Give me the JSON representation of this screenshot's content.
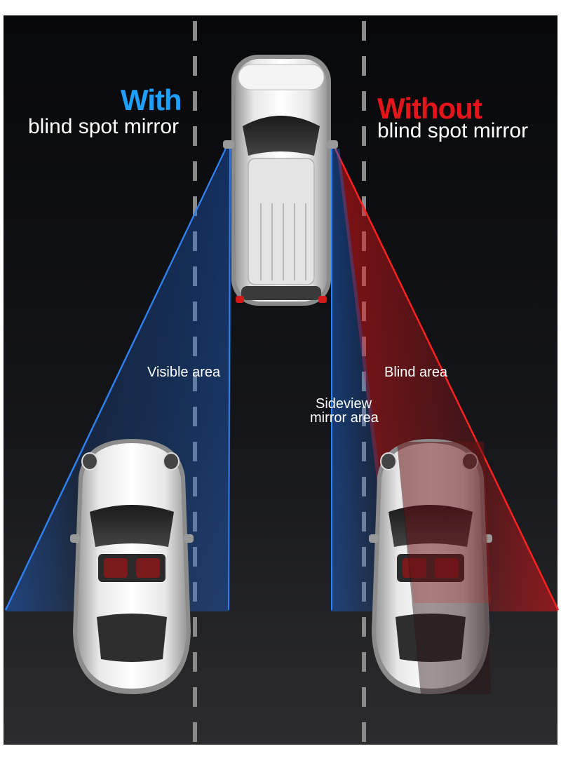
{
  "headings": {
    "with": {
      "strong": "With",
      "sub": "blind spot mirror",
      "color": "#1ea0ff"
    },
    "without": {
      "strong": "Without",
      "sub": "blind spot mirror",
      "color": "#e4141a"
    }
  },
  "area_labels": {
    "visible": "Visible area",
    "blind": "Blind area",
    "sideview_line1": "Sideview",
    "sideview_line2": "mirror area"
  },
  "colors": {
    "background_top": "#07080a",
    "background_bottom": "#2a2a2c",
    "lane_marking": "#8a8a8a",
    "blue_zone": "#1e64d2",
    "red_zone": "#e01418",
    "car_body": "#d8d8d8"
  },
  "vehicles": [
    {
      "name": "suv-top-view",
      "description_icon": "suv-icon"
    },
    {
      "name": "sports-car-left",
      "description_icon": "sports-car-icon"
    },
    {
      "name": "sports-car-right",
      "description_icon": "sports-car-icon"
    }
  ]
}
